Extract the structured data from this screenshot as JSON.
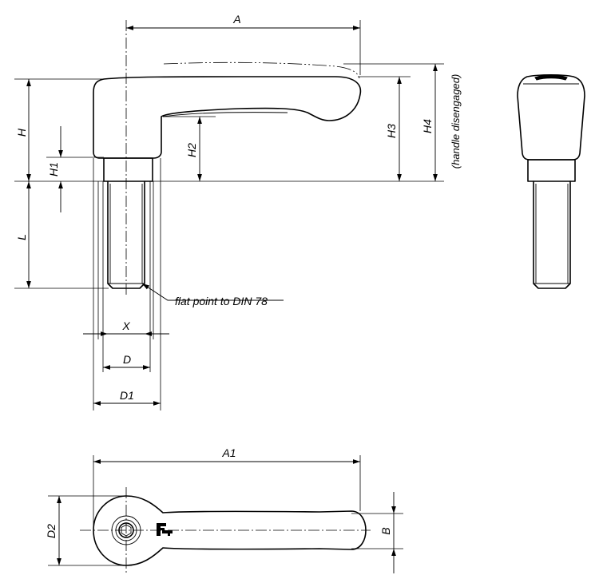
{
  "dimensions": {
    "A": "A",
    "A1": "A1",
    "H": "H",
    "H1": "H1",
    "H2": "H2",
    "H3": "H3",
    "H4": "H4",
    "L": "L",
    "X": "X",
    "D": "D",
    "D1": "D1",
    "D2": "D2",
    "B": "B"
  },
  "notes": {
    "flat_point": "flat point to DIN 78",
    "handle_disengaged": "(handle disengaged)"
  }
}
